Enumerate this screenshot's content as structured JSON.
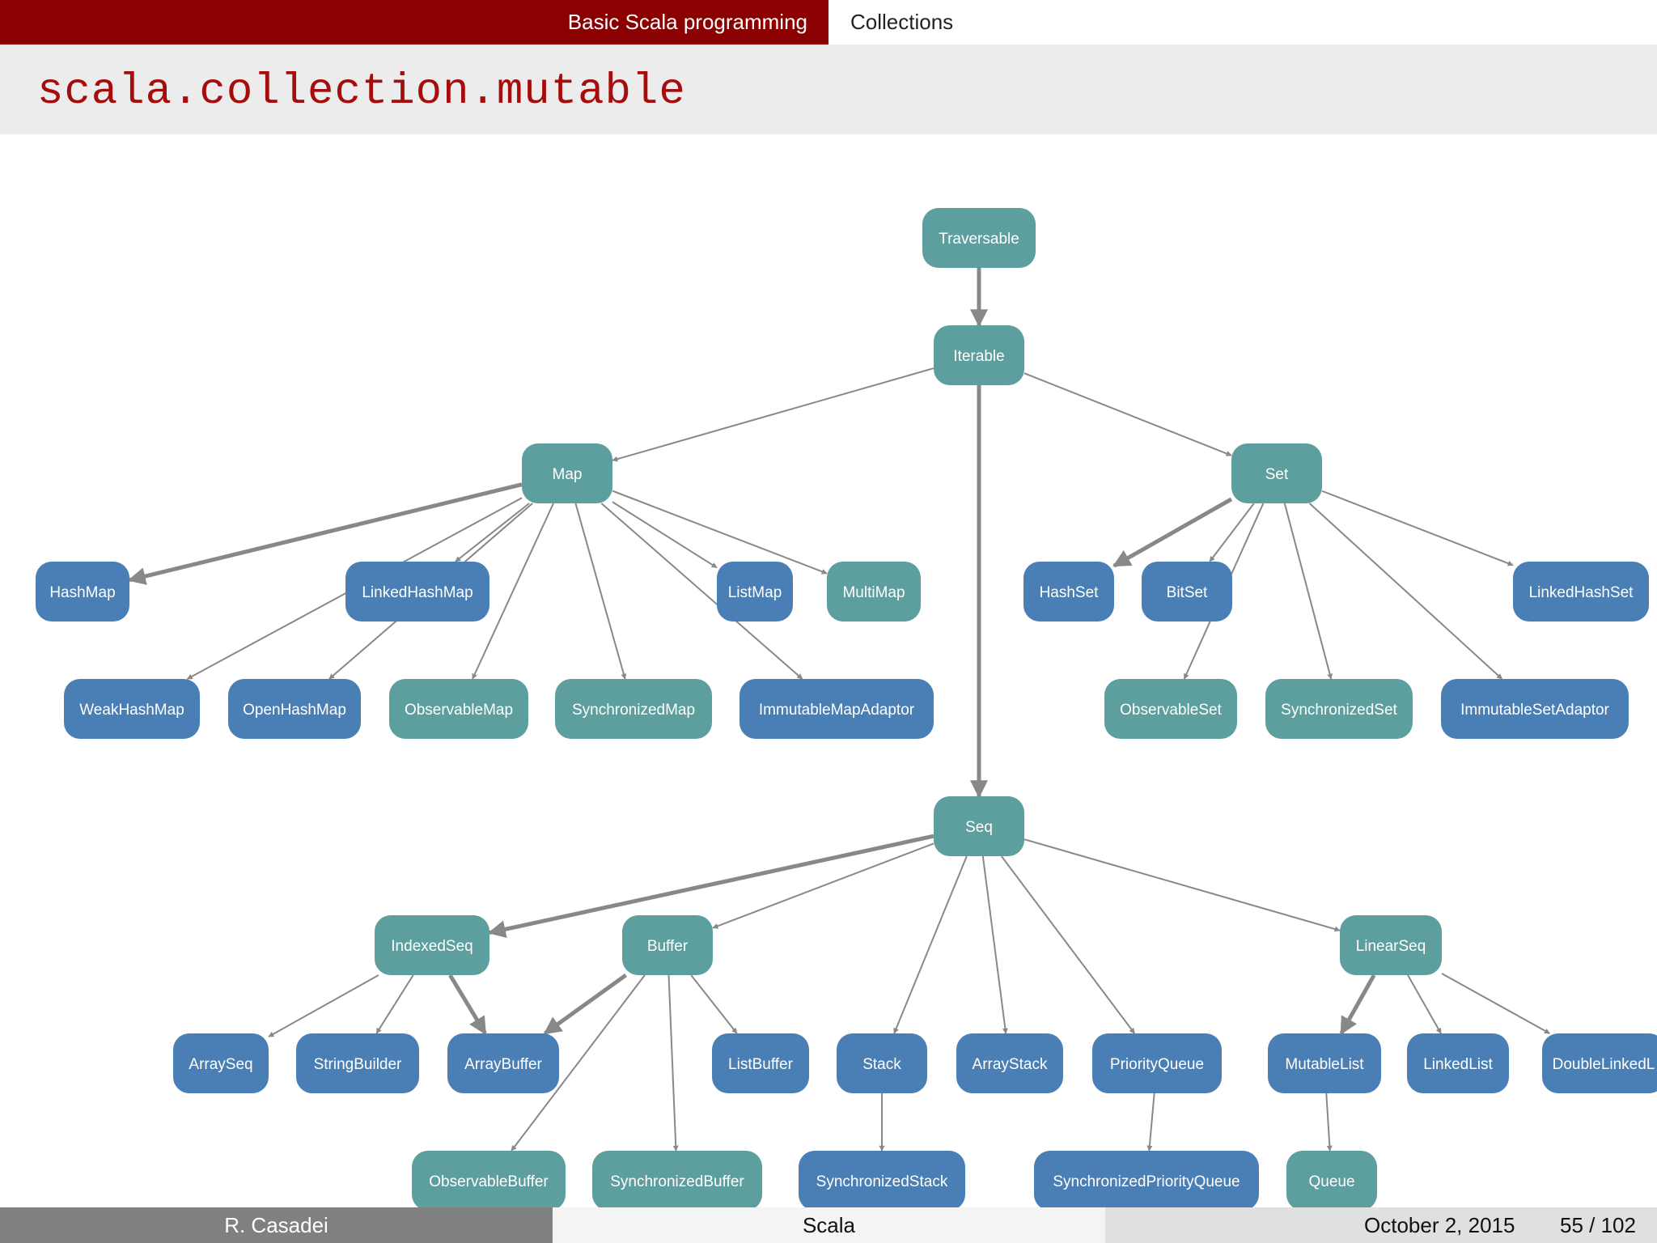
{
  "header": {
    "section": "Basic Scala programming",
    "subsection": "Collections"
  },
  "slide": {
    "title": "scala.collection.mutable"
  },
  "colors": {
    "trait": "#5d9e9e",
    "class": "#4a7fb5",
    "edge": "#888888"
  },
  "diagram": {
    "nodes": [
      {
        "id": "traversable",
        "label": "Traversable",
        "kind": "trait"
      },
      {
        "id": "iterable",
        "label": "Iterable",
        "kind": "trait"
      },
      {
        "id": "map",
        "label": "Map",
        "kind": "trait"
      },
      {
        "id": "set",
        "label": "Set",
        "kind": "trait"
      },
      {
        "id": "seq",
        "label": "Seq",
        "kind": "trait"
      },
      {
        "id": "hashmap",
        "label": "HashMap",
        "kind": "class"
      },
      {
        "id": "linkedhashmap",
        "label": "LinkedHashMap",
        "kind": "class"
      },
      {
        "id": "listmap",
        "label": "ListMap",
        "kind": "class"
      },
      {
        "id": "multimap",
        "label": "MultiMap",
        "kind": "trait"
      },
      {
        "id": "weakhashmap",
        "label": "WeakHashMap",
        "kind": "class"
      },
      {
        "id": "openhashmap",
        "label": "OpenHashMap",
        "kind": "class"
      },
      {
        "id": "observablemap",
        "label": "ObservableMap",
        "kind": "trait"
      },
      {
        "id": "synchronizedmap",
        "label": "SynchronizedMap",
        "kind": "trait"
      },
      {
        "id": "immutablemapadaptor",
        "label": "ImmutableMapAdaptor",
        "kind": "class"
      },
      {
        "id": "hashset",
        "label": "HashSet",
        "kind": "class"
      },
      {
        "id": "bitset",
        "label": "BitSet",
        "kind": "class"
      },
      {
        "id": "linkedhashset",
        "label": "LinkedHashSet",
        "kind": "class"
      },
      {
        "id": "observableset",
        "label": "ObservableSet",
        "kind": "trait"
      },
      {
        "id": "synchronizedset",
        "label": "SynchronizedSet",
        "kind": "trait"
      },
      {
        "id": "immutablesetadaptor",
        "label": "ImmutableSetAdaptor",
        "kind": "class"
      },
      {
        "id": "indexedseq",
        "label": "IndexedSeq",
        "kind": "trait"
      },
      {
        "id": "buffer",
        "label": "Buffer",
        "kind": "trait"
      },
      {
        "id": "linearseq",
        "label": "LinearSeq",
        "kind": "trait"
      },
      {
        "id": "arrayseq",
        "label": "ArraySeq",
        "kind": "class"
      },
      {
        "id": "stringbuilder",
        "label": "StringBuilder",
        "kind": "class"
      },
      {
        "id": "arraybuffer",
        "label": "ArrayBuffer",
        "kind": "class"
      },
      {
        "id": "listbuffer",
        "label": "ListBuffer",
        "kind": "class"
      },
      {
        "id": "stack",
        "label": "Stack",
        "kind": "class"
      },
      {
        "id": "arraystack",
        "label": "ArrayStack",
        "kind": "class"
      },
      {
        "id": "priorityqueue",
        "label": "PriorityQueue",
        "kind": "class"
      },
      {
        "id": "mutablelist",
        "label": "MutableList",
        "kind": "class"
      },
      {
        "id": "linkedlist",
        "label": "LinkedList",
        "kind": "class"
      },
      {
        "id": "doublelinkedlist",
        "label": "DoubleLinkedL",
        "kind": "class"
      },
      {
        "id": "observablebuffer",
        "label": "ObservableBuffer",
        "kind": "trait"
      },
      {
        "id": "synchronizedbuffer",
        "label": "SynchronizedBuffer",
        "kind": "trait"
      },
      {
        "id": "synchronizedstack",
        "label": "SynchronizedStack",
        "kind": "class"
      },
      {
        "id": "synchronizedpriorityqueue",
        "label": "SynchronizedPriorityQueue",
        "kind": "class"
      },
      {
        "id": "queue",
        "label": "Queue",
        "kind": "trait"
      }
    ],
    "edges": [
      {
        "from": "traversable",
        "to": "iterable",
        "bold": true
      },
      {
        "from": "iterable",
        "to": "map",
        "bold": false
      },
      {
        "from": "iterable",
        "to": "set",
        "bold": false
      },
      {
        "from": "iterable",
        "to": "seq",
        "bold": true
      },
      {
        "from": "map",
        "to": "hashmap",
        "bold": true
      },
      {
        "from": "map",
        "to": "linkedhashmap",
        "bold": false
      },
      {
        "from": "map",
        "to": "listmap",
        "bold": false
      },
      {
        "from": "map",
        "to": "multimap",
        "bold": false
      },
      {
        "from": "map",
        "to": "weakhashmap",
        "bold": false
      },
      {
        "from": "map",
        "to": "openhashmap",
        "bold": false
      },
      {
        "from": "map",
        "to": "observablemap",
        "bold": false
      },
      {
        "from": "map",
        "to": "synchronizedmap",
        "bold": false
      },
      {
        "from": "map",
        "to": "immutablemapadaptor",
        "bold": false
      },
      {
        "from": "set",
        "to": "hashset",
        "bold": true
      },
      {
        "from": "set",
        "to": "bitset",
        "bold": false
      },
      {
        "from": "set",
        "to": "linkedhashset",
        "bold": false
      },
      {
        "from": "set",
        "to": "observableset",
        "bold": false
      },
      {
        "from": "set",
        "to": "synchronizedset",
        "bold": false
      },
      {
        "from": "set",
        "to": "immutablesetadaptor",
        "bold": false
      },
      {
        "from": "seq",
        "to": "indexedseq",
        "bold": true
      },
      {
        "from": "seq",
        "to": "buffer",
        "bold": false
      },
      {
        "from": "seq",
        "to": "linearseq",
        "bold": false
      },
      {
        "from": "seq",
        "to": "stack",
        "bold": false
      },
      {
        "from": "seq",
        "to": "arraystack",
        "bold": false
      },
      {
        "from": "seq",
        "to": "priorityqueue",
        "bold": false
      },
      {
        "from": "indexedseq",
        "to": "arrayseq",
        "bold": false
      },
      {
        "from": "indexedseq",
        "to": "stringbuilder",
        "bold": false
      },
      {
        "from": "indexedseq",
        "to": "arraybuffer",
        "bold": true
      },
      {
        "from": "buffer",
        "to": "arraybuffer",
        "bold": true
      },
      {
        "from": "buffer",
        "to": "listbuffer",
        "bold": false
      },
      {
        "from": "buffer",
        "to": "observablebuffer",
        "bold": false
      },
      {
        "from": "buffer",
        "to": "synchronizedbuffer",
        "bold": false
      },
      {
        "from": "linearseq",
        "to": "mutablelist",
        "bold": true
      },
      {
        "from": "linearseq",
        "to": "linkedlist",
        "bold": false
      },
      {
        "from": "linearseq",
        "to": "doublelinkedlist",
        "bold": false
      },
      {
        "from": "stack",
        "to": "synchronizedstack",
        "bold": false
      },
      {
        "from": "priorityqueue",
        "to": "synchronizedpriorityqueue",
        "bold": false
      },
      {
        "from": "mutablelist",
        "to": "queue",
        "bold": false
      }
    ]
  },
  "footer": {
    "author": "R. Casadei",
    "topic": "Scala",
    "date": "October 2, 2015",
    "page": "55 / 102"
  }
}
